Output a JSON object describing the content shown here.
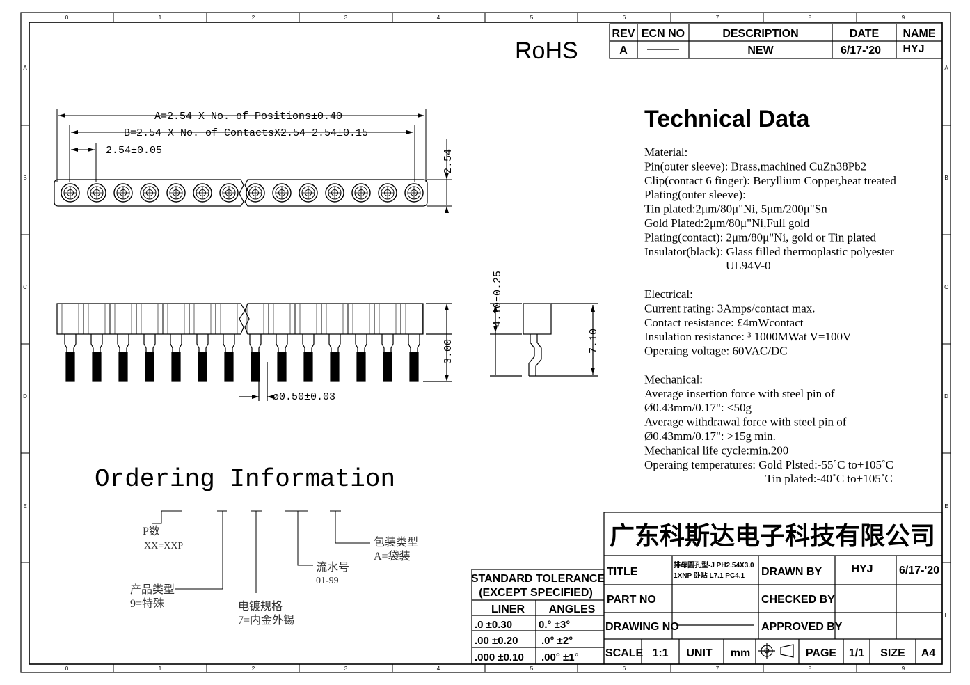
{
  "zones": {
    "columns": [
      "0",
      "1",
      "2",
      "3",
      "4",
      "5",
      "6",
      "7",
      "8",
      "9"
    ],
    "rows": [
      "A",
      "B",
      "C",
      "D",
      "E",
      "F"
    ]
  },
  "revision_block": {
    "headers": [
      "REV",
      "ECN NO",
      "DESCRIPTION",
      "DATE",
      "NAME"
    ],
    "row": [
      "A",
      "",
      "NEW",
      "6/17-'20",
      "HYJ"
    ]
  },
  "rohs": "RoHS",
  "dimensions": {
    "a": "A=2.54 X No. of Positions±0.40",
    "b": "B=2.54 X No. of ContactsX2.54−2.54±0.15",
    "pitch": "2.54±0.05",
    "height_top": "2.54",
    "height_side": "3.00",
    "pin_dia": "ø0.50±0.03",
    "body_height": "4.10±0.25",
    "total_height": "7.10"
  },
  "technical_data": {
    "title": "Technical Data",
    "lines": [
      "Material:",
      "Pin(outer sleeve): Brass,machined CuZn38Pb2",
      "Clip(contact 6 finger): Beryllium Copper,heat treated",
      "Plating(outer sleeve):",
      "Tin plated:2μm/80μ\"Ni, 5μm/200μ\"Sn",
      "Gold Plated:2μm/80μ\"Ni,Full gold",
      "Plating(contact): 2μm/80μ\"Ni, gold or Tin plated",
      "Insulator(black): Glass filled thermoplastic polyester",
      "UL94V-0",
      "",
      "Electrical:",
      "Current rating: 3Amps/contact max.",
      "Contact resistance: £4mWcontact",
      "Insulation resistance: ³ 1000MWat V=100V",
      "Operaing voltage: 60VAC/DC",
      "",
      "Mechanical:",
      "Average insertion force with steel pin of",
      "Ø0.43mm/0.17\": <50g",
      "Average withdrawal force with steel pin of",
      "Ø0.43mm/0.17\": >15g min.",
      "Mechanical life cycle:min.200",
      "Operaing temperatures: Gold Plsted:-55˚C to+105˚C",
      "Tin plated:-40˚C to+105˚C"
    ]
  },
  "ordering": {
    "title": "Ordering Information",
    "p_label": "P数",
    "p_value": "XX=XXP",
    "type_label": "产品类型",
    "type_value": "9=特殊",
    "plating_label": "电镀规格",
    "plating_value": "7=内金外锡",
    "serial_label": "流水号",
    "serial_value": "01-99",
    "pack_label": "包装类型",
    "pack_value": "A=袋装"
  },
  "tolerance": {
    "title1": "STANDARD TOLERANCE",
    "title2": "(EXCEPT  SPECIFIED)",
    "liner": "LINER",
    "angles": "ANGLES",
    "rows": [
      [
        ".0  ±0.30",
        "0.°  ±3°"
      ],
      [
        ".00  ±0.20",
        ".0°  ±2°"
      ],
      [
        ".000 ±0.10",
        ".00° ±1°"
      ]
    ]
  },
  "title_block": {
    "company": "广东科斯达电子科技有限公司",
    "title_label": "TITLE",
    "title_value_1": "排母圆孔型-J PH2.54X3.0",
    "title_value_2": "1XNP 卧贴  L7.1 PC4.1",
    "drawn_by_label": "DRAWN BY",
    "drawn_by_value": "HYJ",
    "drawn_date": "6/17-'20",
    "part_no_label": "PART NO",
    "checked_by_label": "CHECKED BY",
    "drawing_no_label": "DRAWING NO",
    "approved_by_label": "APPROVED BY",
    "scale_label": "SCALE",
    "scale_value": "1:1",
    "unit_label": "UNIT",
    "unit_value": "mm",
    "page_label": "PAGE",
    "page_value": "1/1",
    "size_label": "SIZE",
    "size_value": "A4"
  }
}
